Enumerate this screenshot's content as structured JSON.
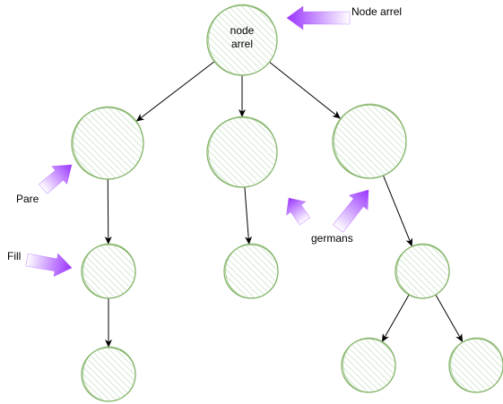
{
  "colors": {
    "node_stroke": "#82b366",
    "node_fill": "#d5e8d4",
    "edge": "#000000",
    "arrow_from": "#ffffff",
    "arrow_to": "#9933ff",
    "text": "#000000"
  },
  "root_label": [
    "node",
    "arrel"
  ],
  "callouts": {
    "root": "Node arrel",
    "parent": "Pare",
    "child": "Fill",
    "siblings": "germans"
  },
  "nodes": [
    "root",
    "a",
    "b",
    "c",
    "a1",
    "a2",
    "b1",
    "c1",
    "c1a",
    "c1b"
  ],
  "edges": [
    [
      "root",
      "a"
    ],
    [
      "root",
      "b"
    ],
    [
      "root",
      "c"
    ],
    [
      "a",
      "a1"
    ],
    [
      "a1",
      "a2"
    ],
    [
      "b",
      "b1"
    ],
    [
      "c",
      "c1"
    ],
    [
      "c1",
      "c1a"
    ],
    [
      "c1",
      "c1b"
    ]
  ],
  "pointer_arrows": [
    "root",
    "parent",
    "child",
    "siblings-1",
    "siblings-2"
  ]
}
